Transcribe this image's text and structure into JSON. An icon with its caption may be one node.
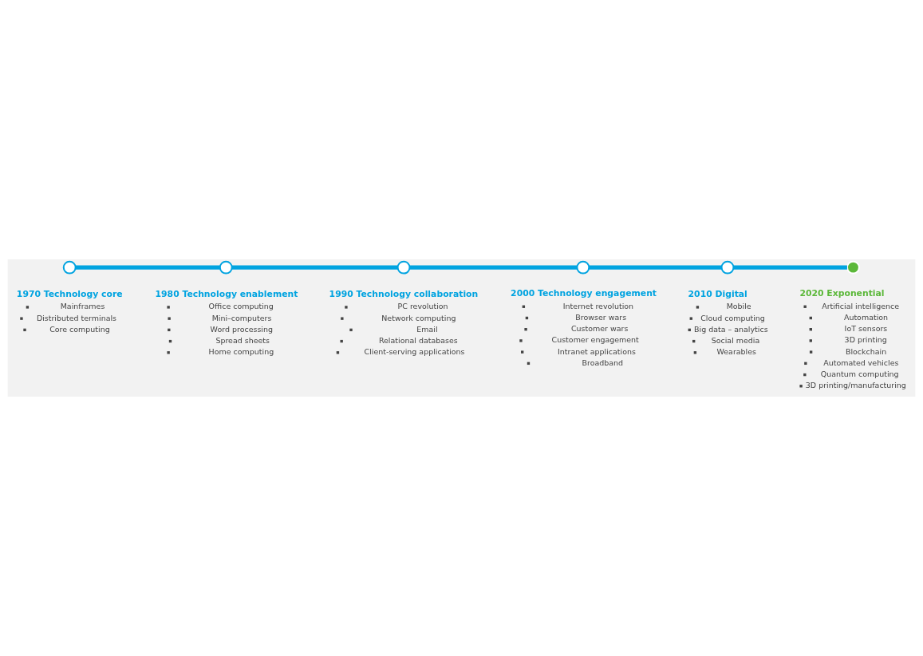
{
  "diagram": {
    "nodes": [
      {
        "text": [],
        "shape": "circle",
        "beside": [
          "1970 Technology core",
          "Mainframes",
          "Distributed terminals",
          "Core computing"
        ]
      },
      {
        "text": [],
        "shape": "circle",
        "beside": [
          "1980 Technology enablement",
          "Office computing",
          "Mini–computers",
          "Word processing",
          "Spread sheets",
          "Home computing"
        ]
      },
      {
        "text": [],
        "shape": "circle",
        "beside": [
          "1990 Technology collaboration",
          "PC revolution",
          "Network computing",
          "Email",
          "Relational databases",
          "Client-serving applications"
        ]
      },
      {
        "text": [],
        "shape": "circle",
        "beside": [
          "2000 Technology engagement",
          "Internet revolution",
          "Browser wars",
          "Customer wars",
          "Customer engagement",
          "Intranet applications",
          "Broadband"
        ]
      },
      {
        "text": [],
        "shape": "circle",
        "beside": [
          "2010 Digital",
          "Mobile",
          "Cloud computing",
          "Big data – analytics",
          "Social media",
          "Wearables"
        ]
      },
      {
        "text": [],
        "shape": "circle",
        "beside": [
          "2020 Exponential",
          "Artificial intelligence",
          "Automation",
          "IoT sensors",
          "3D printing",
          "Blockchain",
          "Automated vehicles",
          "Quantum computing",
          "3D printing/manufacturing"
        ]
      }
    ],
    "edges": [
      {
        "from": 0,
        "to": 1,
        "arrow": "none"
      },
      {
        "from": 1,
        "to": 2,
        "arrow": "none"
      },
      {
        "from": 2,
        "to": 3,
        "arrow": "none"
      },
      {
        "from": 3,
        "to": 4,
        "arrow": "none"
      },
      {
        "from": 4,
        "to": 5,
        "arrow": "none"
      }
    ]
  }
}
